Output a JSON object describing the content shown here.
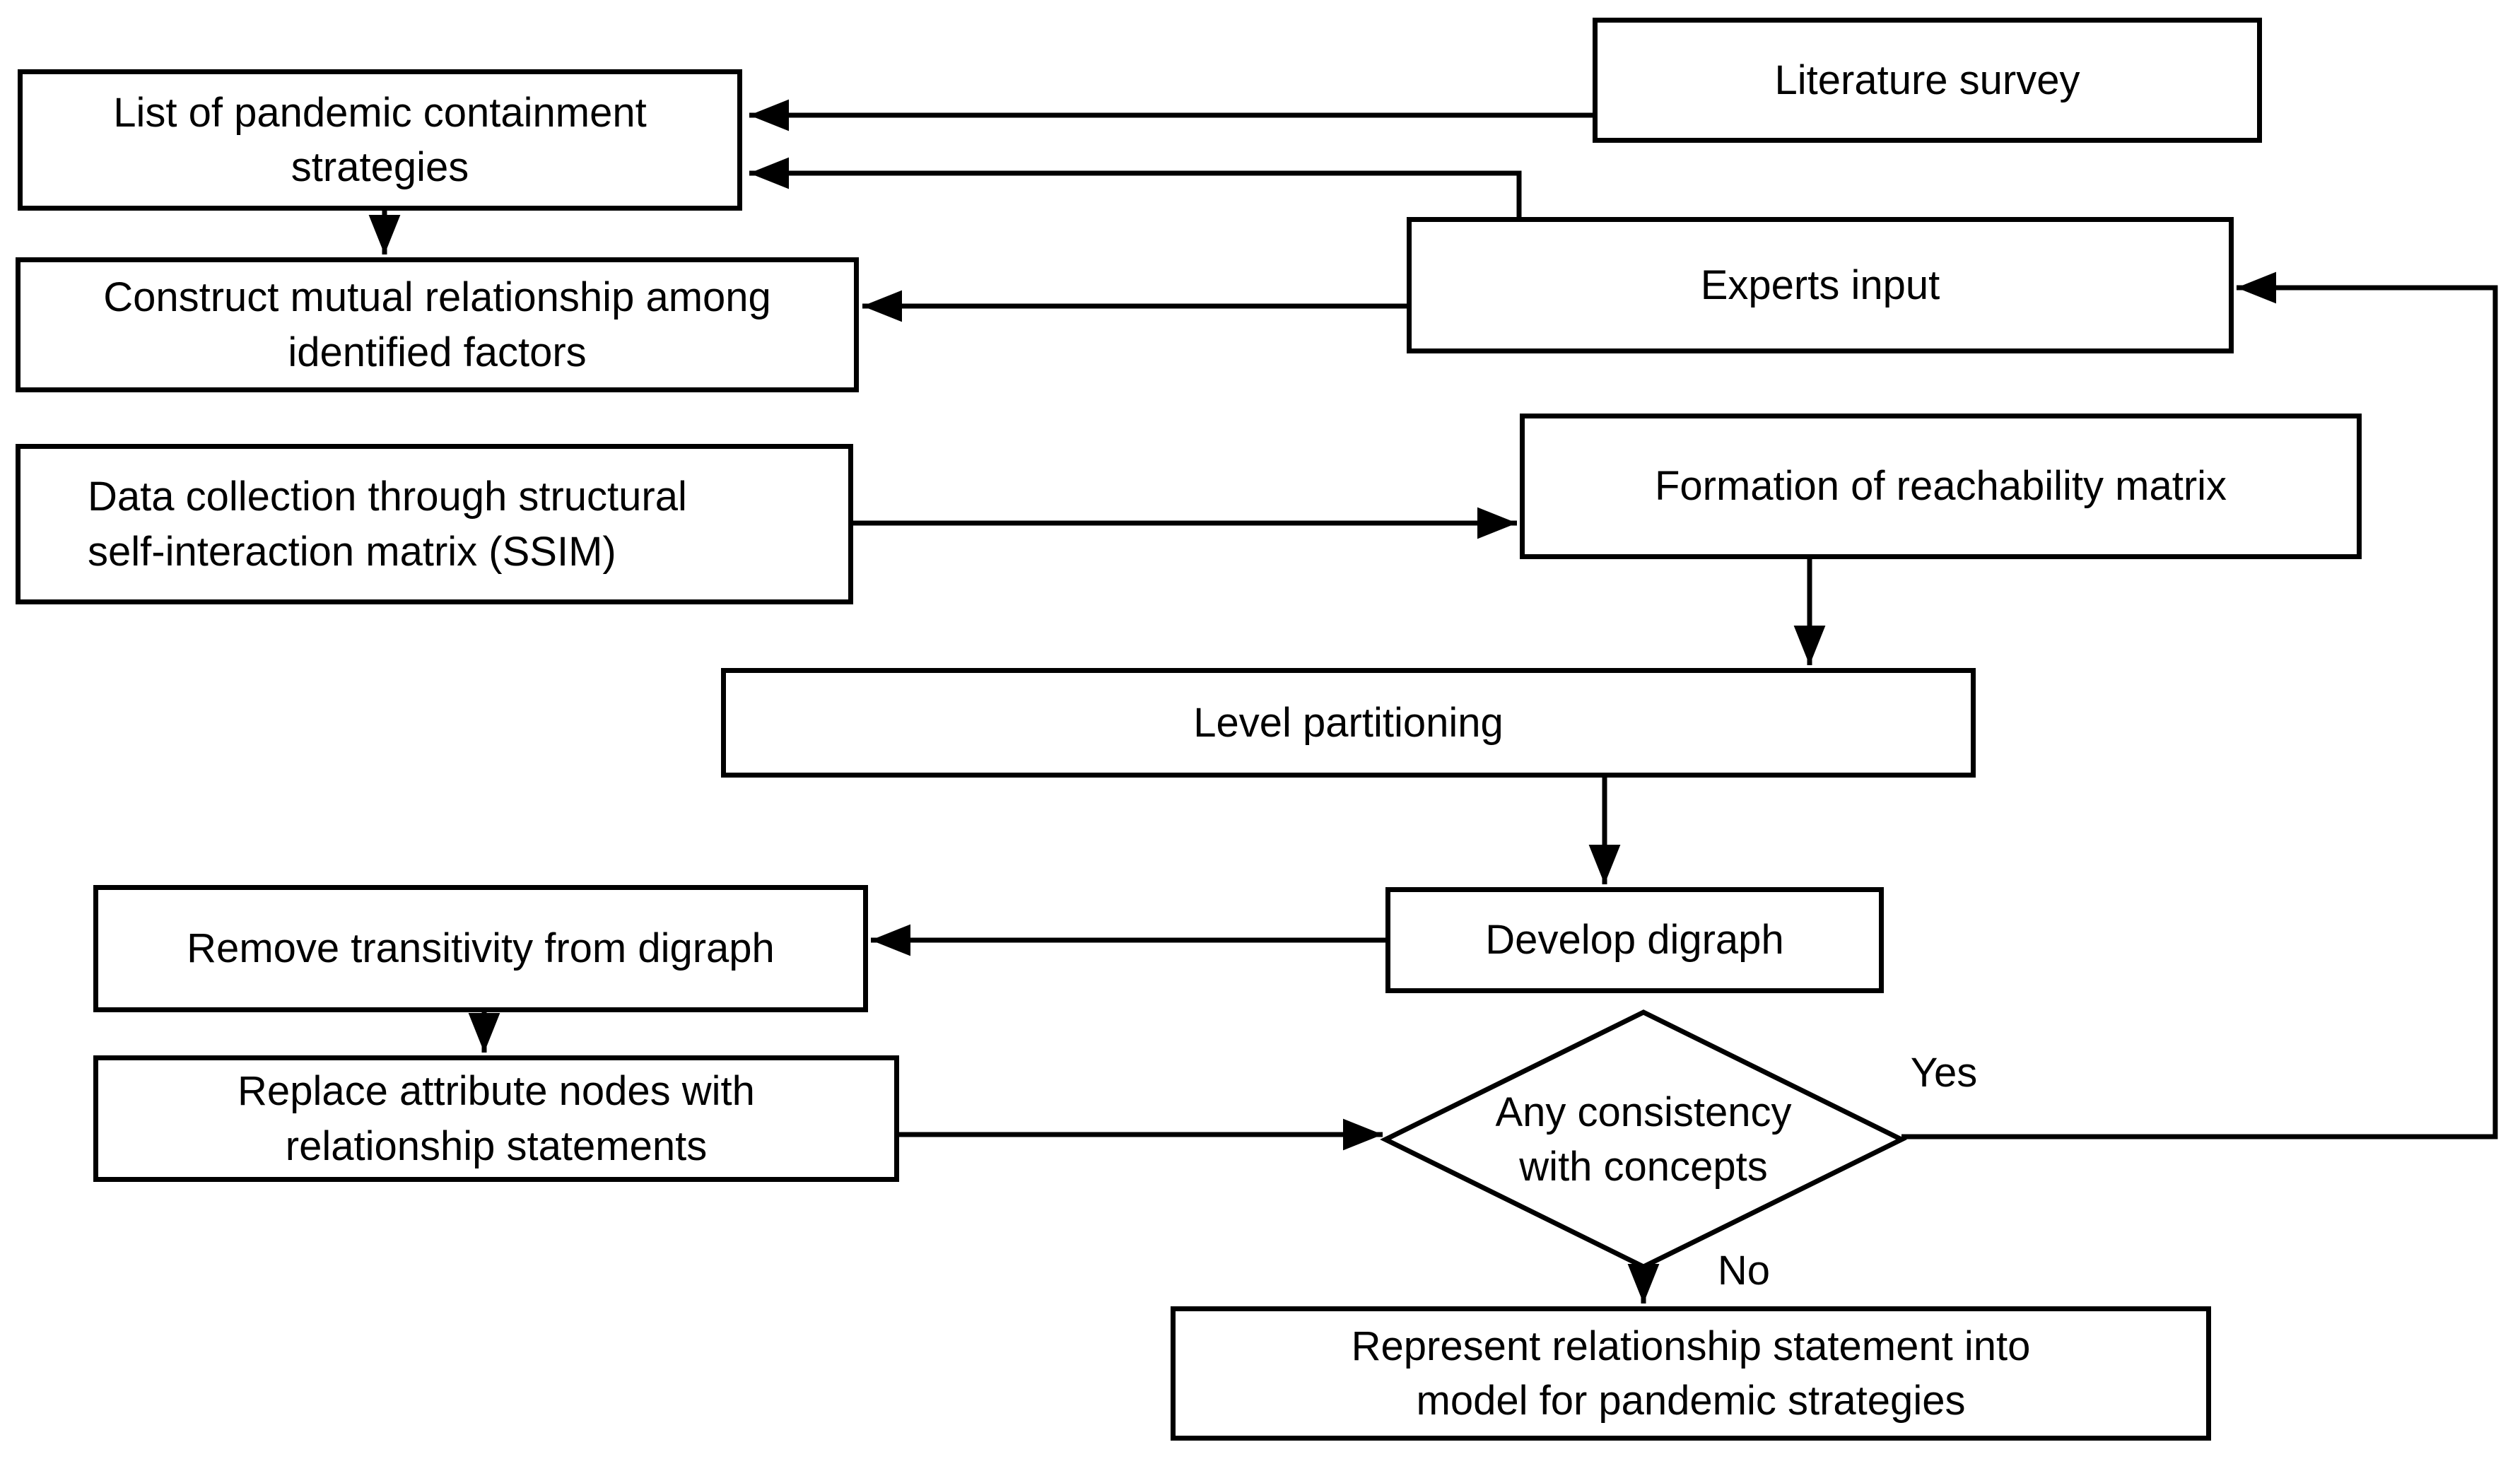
{
  "diagram": {
    "type": "flowchart",
    "background_color": "#ffffff",
    "line_color": "#000000",
    "text_color": "#000000",
    "node_fill": "#ffffff",
    "nodes": {
      "literature_survey": {
        "label": "Literature survey",
        "shape": "rect"
      },
      "list_strategies": {
        "label": "List of pandemic containment\nstrategies",
        "shape": "rect"
      },
      "experts_input": {
        "label": "Experts input",
        "shape": "rect"
      },
      "construct_mutual": {
        "label": "Construct mutual relationship among\nidentified factors",
        "shape": "rect"
      },
      "data_collection_ssim": {
        "label": "Data collection through structural\nself-interaction matrix (SSIM)",
        "shape": "rect"
      },
      "formation_reachability": {
        "label": "Formation of reachability matrix",
        "shape": "rect"
      },
      "level_partitioning": {
        "label": "Level partitioning",
        "shape": "rect"
      },
      "develop_digraph": {
        "label": "Develop digraph",
        "shape": "rect"
      },
      "remove_transitivity": {
        "label": "Remove transitivity from digraph",
        "shape": "rect"
      },
      "replace_attribute_nodes": {
        "label": "Replace attribute nodes with\nrelationship statements",
        "shape": "rect"
      },
      "consistency_decision": {
        "label": "Any consistency\nwith concepts",
        "shape": "diamond"
      },
      "represent_model": {
        "label": "Represent relationship statement into\nmodel for pandemic strategies",
        "shape": "rect"
      }
    },
    "edge_labels": {
      "yes": "Yes",
      "no": "No"
    },
    "edges": [
      {
        "from": "literature_survey",
        "to": "list_strategies"
      },
      {
        "from": "experts_input",
        "to": "list_strategies"
      },
      {
        "from": "list_strategies",
        "to": "construct_mutual"
      },
      {
        "from": "experts_input",
        "to": "construct_mutual"
      },
      {
        "from": "data_collection_ssim",
        "to": "formation_reachability"
      },
      {
        "from": "formation_reachability",
        "to": "level_partitioning"
      },
      {
        "from": "level_partitioning",
        "to": "develop_digraph"
      },
      {
        "from": "develop_digraph",
        "to": "remove_transitivity"
      },
      {
        "from": "remove_transitivity",
        "to": "replace_attribute_nodes"
      },
      {
        "from": "replace_attribute_nodes",
        "to": "consistency_decision"
      },
      {
        "from": "consistency_decision",
        "to": "experts_input",
        "label": "Yes"
      },
      {
        "from": "consistency_decision",
        "to": "represent_model",
        "label": "No"
      }
    ]
  }
}
